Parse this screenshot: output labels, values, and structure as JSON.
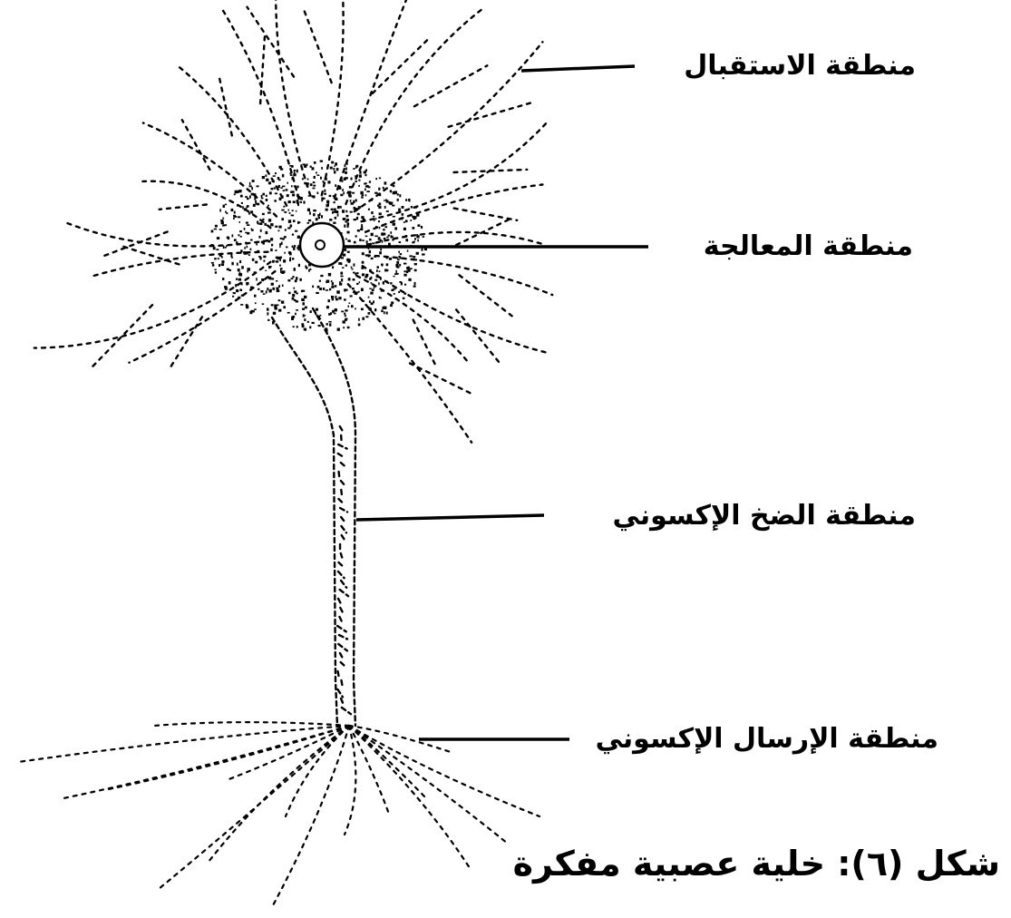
{
  "labels": {
    "reception_zone": "منطقة الاستقبال",
    "processing_zone": "منطقة المعالجة",
    "axon_pumping_zone": "منطقة الضخ الإكسوني",
    "axon_transmission_zone": "منطقة الإرسال الإكسوني"
  },
  "caption": "شكل (٦): خلية عصبية مفكرة",
  "colors": {
    "ink": "#000000",
    "background": "#ffffff"
  }
}
